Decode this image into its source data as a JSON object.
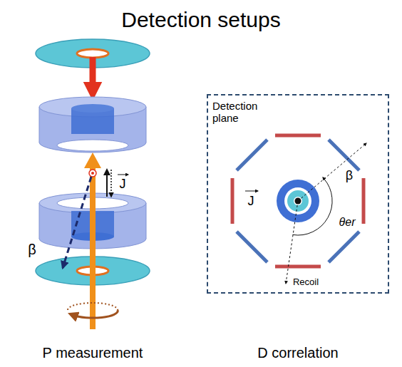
{
  "diagram": {
    "title": "Detection setups",
    "nodes": [
      {
        "text": [
          "Detection plane"
        ]
      }
    ],
    "labels": [
      "β",
      "J",
      "P measurement",
      "J",
      "β",
      "θer",
      "Recoil",
      "D correlation"
    ]
  }
}
